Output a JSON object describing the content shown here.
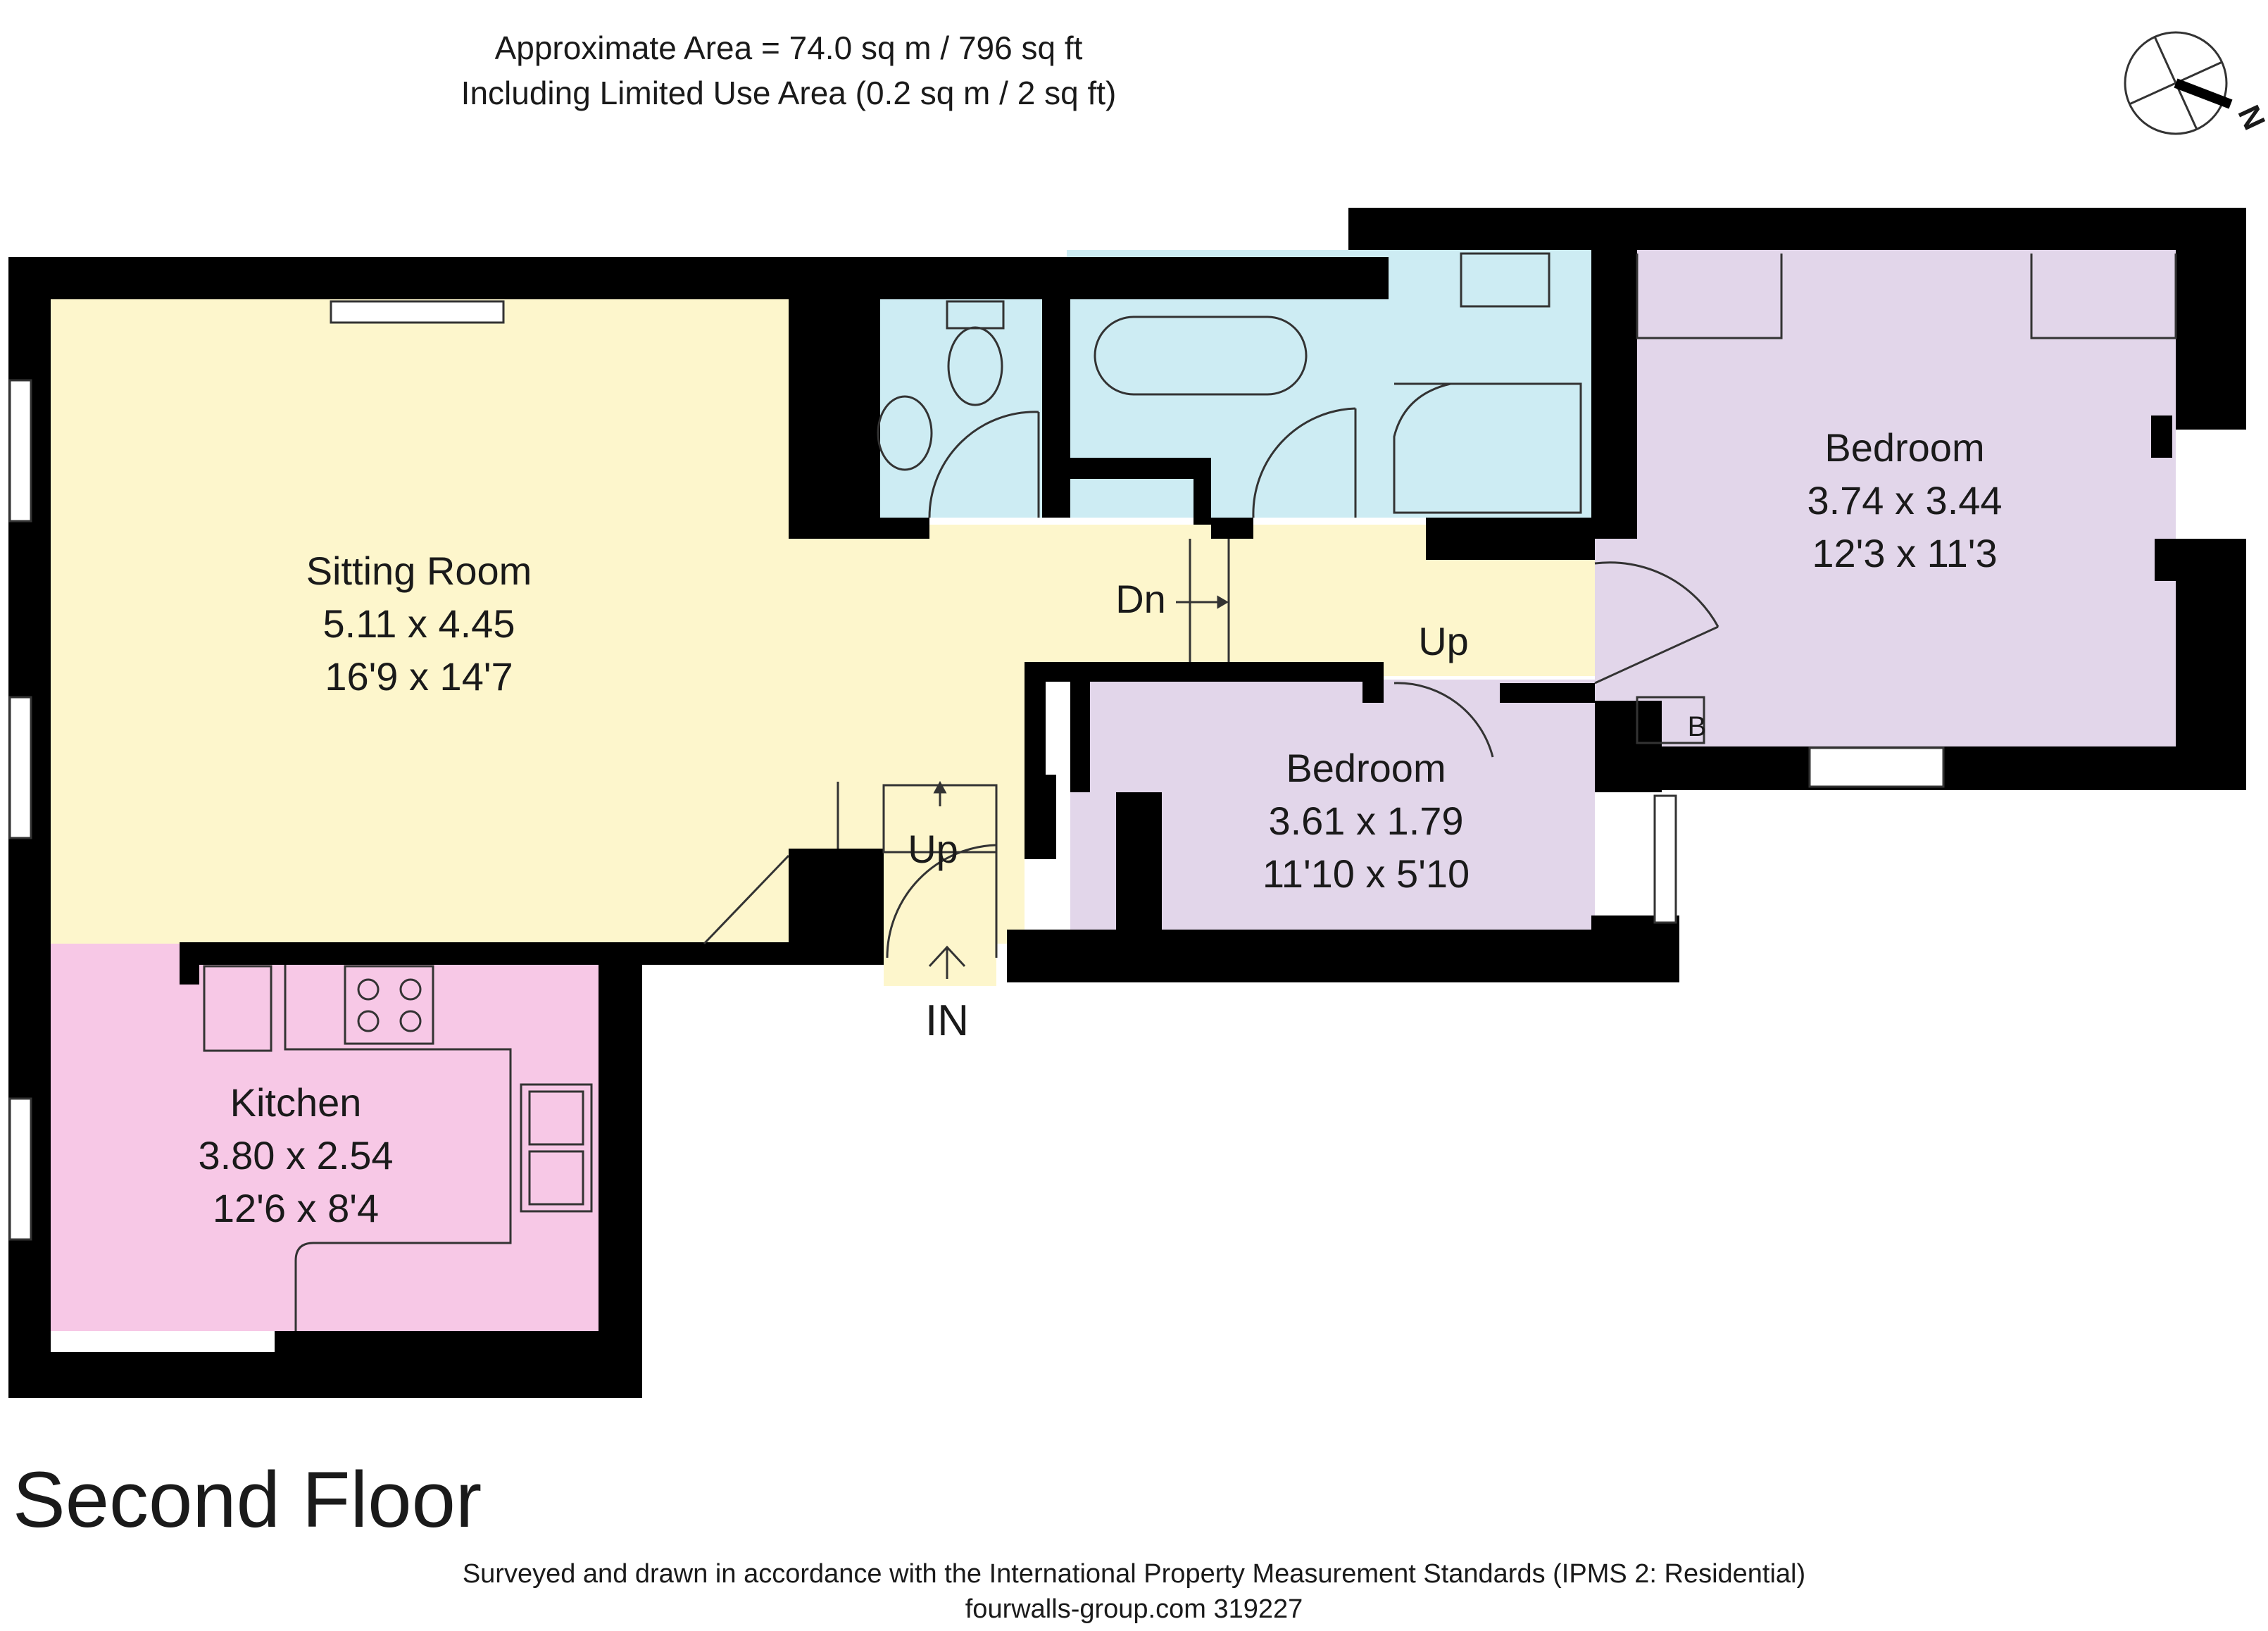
{
  "header": {
    "area_line": "Approximate  Area = 74.0 sq m / 796 sq ft",
    "limited_use_line": "Including Limited Use Area (0.2 sq m / 2 sq ft)"
  },
  "compass": {
    "label": "N"
  },
  "colors": {
    "wall": "#000000",
    "sitting_room": "#fdf6cc",
    "kitchen": "#f7c8e6",
    "bathroom": "#cdecf3",
    "bedroom": "#e2d6ea"
  },
  "rooms": {
    "sitting_room": {
      "name": "Sitting Room",
      "metric": "5.11 x 4.45",
      "imperial": "16'9 x 14'7"
    },
    "kitchen": {
      "name": "Kitchen",
      "metric": "3.80 x 2.54",
      "imperial": "12'6 x 8'4"
    },
    "bedroom_large": {
      "name": "Bedroom",
      "metric": "3.74 x 3.44",
      "imperial": "12'3 x 11'3"
    },
    "bedroom_small": {
      "name": "Bedroom",
      "metric": "3.61 x 1.79",
      "imperial": "11'10 x 5'10"
    }
  },
  "labels": {
    "down": "Dn",
    "up_hall": "Up",
    "up_entrance": "Up",
    "entrance": "IN",
    "boiler": "B"
  },
  "floor_title": "Second Floor",
  "footer": {
    "standards_line": "Surveyed and drawn in accordance with the International Property Measurement Standards (IPMS 2: Residential)",
    "ref_line": "fourwalls-group.com 319227"
  }
}
